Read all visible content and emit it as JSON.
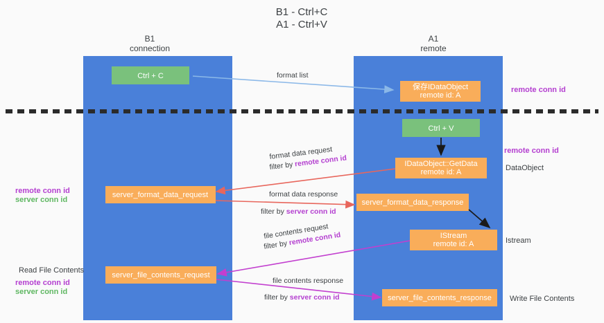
{
  "title": {
    "line1": "B1 - Ctrl+C",
    "line2": "A1 - Ctrl+V"
  },
  "colors": {
    "lane": "#4a80d9",
    "box_orange": "#f9ad5a",
    "box_green": "#7ac17c",
    "background": "#fafafa",
    "arrow_red": "#e8665c",
    "arrow_magenta": "#c23fcf",
    "arrow_lightblue": "#8bb8e8",
    "arrow_black": "#1a1a1a",
    "conn_purple": "#b43fd0",
    "conn_green": "#5fb762",
    "divider": "#2b2b2b"
  },
  "columns": [
    {
      "name": "B1",
      "sub": "connection"
    },
    {
      "name": "A1",
      "sub": "remote"
    }
  ],
  "boxes": [
    {
      "id": "ctrl-c",
      "label": "Ctrl + C",
      "sub": "",
      "kind": "green"
    },
    {
      "id": "save-idataobject",
      "label": "保存IDataObject",
      "sub": "remote id: A",
      "kind": "orange"
    },
    {
      "id": "ctrl-v",
      "label": "Ctrl + V",
      "sub": "",
      "kind": "green"
    },
    {
      "id": "idataobject-getdata",
      "label": "IDataObject::GetData",
      "sub": "remote id: A",
      "kind": "orange"
    },
    {
      "id": "server-format-data-request",
      "label": "server_format_data_request",
      "sub": "",
      "kind": "orange"
    },
    {
      "id": "server-format-data-response",
      "label": "server_format_data_response",
      "sub": "",
      "kind": "orange"
    },
    {
      "id": "istream",
      "label": "IStream",
      "sub": "remote id: A",
      "kind": "orange"
    },
    {
      "id": "server-file-contents-request",
      "label": "server_file_contents_request",
      "sub": "",
      "kind": "orange"
    },
    {
      "id": "server-file-contents-response",
      "label": "server_file_contents_response",
      "sub": "",
      "kind": "orange"
    }
  ],
  "edges": [
    {
      "id": "format-list",
      "label": "format list",
      "filter_prefix": "",
      "filter_value": ""
    },
    {
      "id": "format-data-request",
      "label": "format data request",
      "filter_prefix": "filter by ",
      "filter_value": "remote conn id"
    },
    {
      "id": "format-data-response",
      "label": "format data response",
      "filter_prefix": "filter by ",
      "filter_value": "server conn id"
    },
    {
      "id": "file-contents-request",
      "label": "file contents request",
      "filter_prefix": "filter by ",
      "filter_value": "remote conn id"
    },
    {
      "id": "file-contents-response",
      "label": "file contents response",
      "filter_prefix": "filter by ",
      "filter_value": "server conn id"
    }
  ],
  "right_labels": [
    {
      "id": "remote-conn-id-top",
      "text": "remote conn id",
      "color": "purple"
    },
    {
      "id": "remote-conn-id-mid",
      "text": "remote conn id",
      "color": "purple"
    },
    {
      "id": "dataobject",
      "text": "DataObject",
      "color": "dark"
    },
    {
      "id": "istream-label",
      "text": "Istream",
      "color": "dark"
    },
    {
      "id": "write-file-contents",
      "text": "Write File Contents",
      "color": "dark"
    }
  ],
  "left_labels": [
    {
      "id": "remote-conn-id-left-1",
      "text": "remote conn id",
      "color": "purple"
    },
    {
      "id": "server-conn-id-left-1",
      "text": "server conn id",
      "color": "green"
    },
    {
      "id": "read-file-contents",
      "text": "Read File Contents",
      "color": "dark"
    },
    {
      "id": "remote-conn-id-left-2",
      "text": "remote conn id",
      "color": "purple"
    },
    {
      "id": "server-conn-id-left-2",
      "text": "server conn id",
      "color": "green"
    }
  ]
}
